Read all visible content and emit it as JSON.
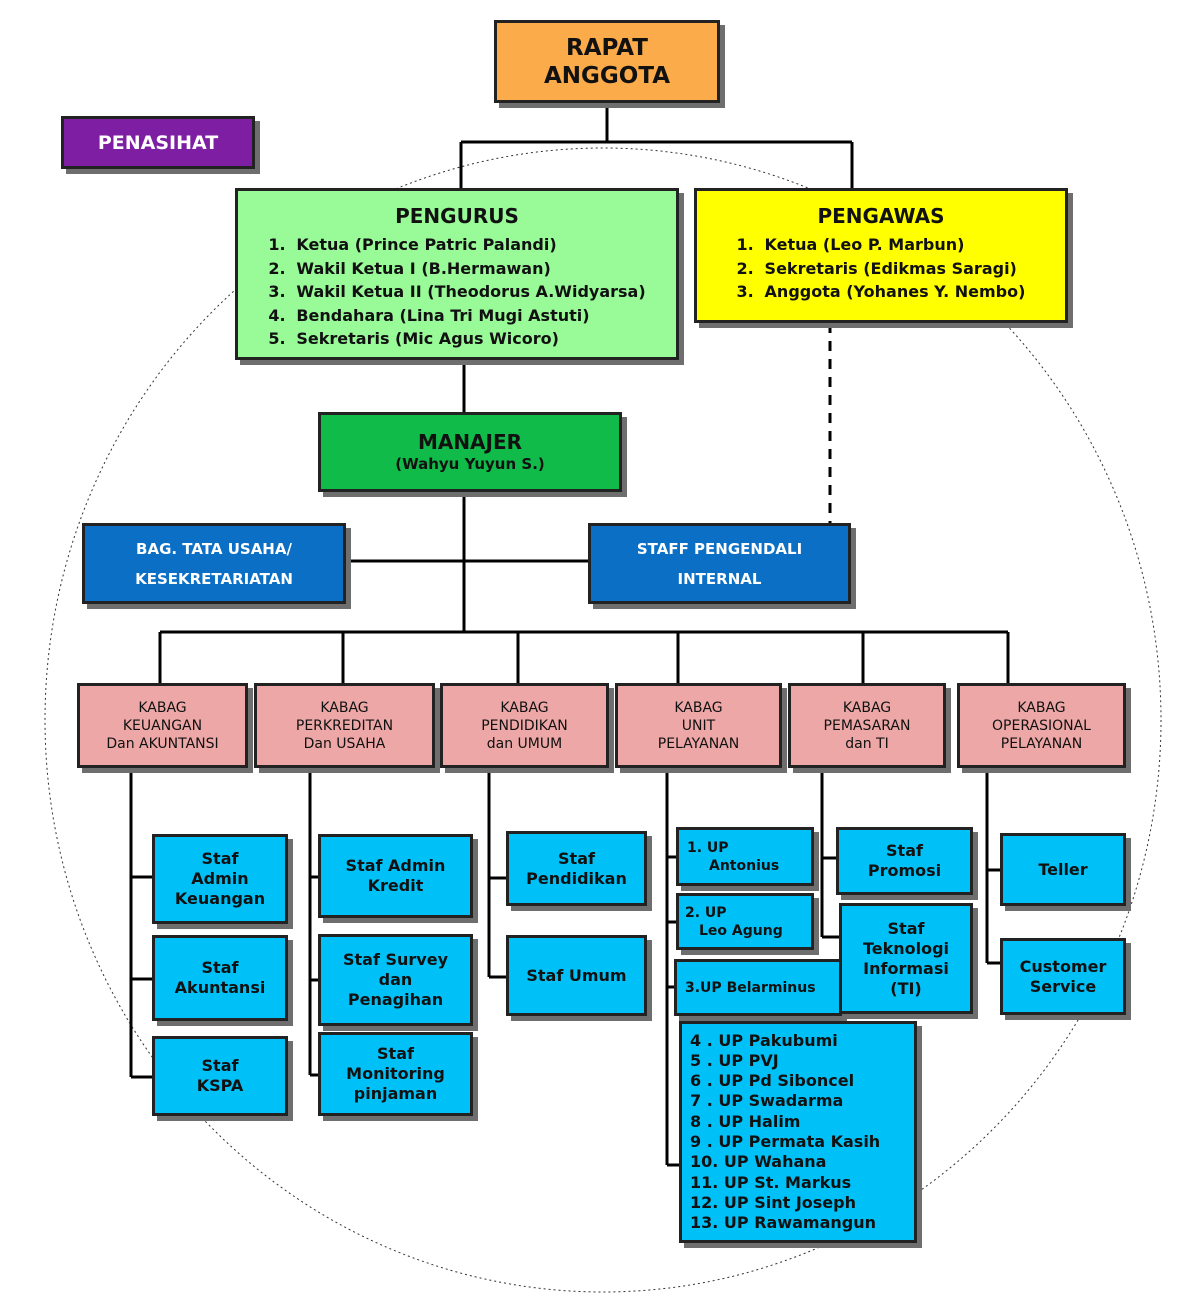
{
  "rapat": {
    "line1": "RAPAT",
    "line2": "ANGGOTA"
  },
  "penasihat": "PENASIHAT",
  "pengurus": {
    "title": "PENGURUS",
    "items": [
      {
        "num": "1.",
        "text": "Ketua (Prince Patric Palandi)"
      },
      {
        "num": "2.",
        "text": "Wakil Ketua I (B.Hermawan)"
      },
      {
        "num": "3.",
        "text": "Wakil Ketua II (Theodorus A.Widyarsa)"
      },
      {
        "num": "4.",
        "text": "Bendahara (Lina Tri Mugi Astuti)"
      },
      {
        "num": "5.",
        "text": "Sekretaris (Mic Agus Wicoro)"
      }
    ]
  },
  "pengawas": {
    "title": "PENGAWAS",
    "items": [
      {
        "num": "1.",
        "text": "Ketua (Leo P. Marbun)"
      },
      {
        "num": "2.",
        "text": "Sekretaris (Edikmas Saragi)"
      },
      {
        "num": "3.",
        "text": "Anggota (Yohanes Y. Nembo)"
      }
    ]
  },
  "manajer": {
    "title": "MANAJER",
    "name": "(Wahyu Yuyun S.)"
  },
  "tata_usaha": {
    "line1": "BAG. TATA USAHA/",
    "line2": "KESEKRETARIATAN"
  },
  "spi": {
    "line1": "STAFF PENGENDALI",
    "line2": "INTERNAL"
  },
  "kabag": [
    {
      "l1": "KABAG",
      "l2": "KEUANGAN",
      "l3": "Dan AKUNTANSI"
    },
    {
      "l1": "KABAG",
      "l2": "PERKREDITAN",
      "l3": "Dan USAHA"
    },
    {
      "l1": "KABAG",
      "l2": "PENDIDIKAN",
      "l3": "dan UMUM"
    },
    {
      "l1": "KABAG",
      "l2": "UNIT",
      "l3": "PELAYANAN"
    },
    {
      "l1": "KABAG",
      "l2": "PEMASARAN",
      "l3": "dan TI"
    },
    {
      "l1": "KABAG",
      "l2": "OPERASIONAL",
      "l3": "PELAYANAN"
    }
  ],
  "keuangan_staff": [
    {
      "l1": "Staf",
      "l2": "Admin",
      "l3": "Keuangan"
    },
    {
      "l1": "Staf",
      "l2": "Akuntansi"
    },
    {
      "l1": "Staf",
      "l2": "KSPA"
    }
  ],
  "kredit_staff": [
    {
      "l1": "Staf Admin",
      "l2": "Kredit"
    },
    {
      "l1": "Staf Survey",
      "l2": "dan",
      "l3": "Penagihan"
    },
    {
      "l1": "Staf",
      "l2": "Monitoring",
      "l3": "pinjaman"
    }
  ],
  "pendidikan_staff": [
    {
      "l1": "Staf",
      "l2": "Pendidikan"
    },
    {
      "l1": "Staf Umum"
    }
  ],
  "unit_pelayanan": {
    "up1": {
      "l1": "1.  UP",
      "l2": "Antonius"
    },
    "up2": {
      "l1": "2. UP",
      "l2": "Leo Agung"
    },
    "up3": "3.UP Belarminus",
    "list": [
      "4  . UP Pakubumi",
      "5  . UP PVJ",
      "6  . UP Pd Siboncel",
      "7  . UP Swadarma",
      "8  . UP Halim",
      "9  . UP Permata Kasih",
      "10. UP Wahana",
      "11. UP St. Markus",
      "12. UP Sint Joseph",
      "13. UP Rawamangun"
    ]
  },
  "pemasaran_staff": [
    {
      "l1": "Staf",
      "l2": "Promosi"
    },
    {
      "l1": "Staf",
      "l2": "Teknologi",
      "l3": "Informasi",
      "l4": "(TI)"
    }
  ],
  "operasional_staff": [
    {
      "l1": "Teller"
    },
    {
      "l1": "Customer",
      "l2": "Service"
    }
  ],
  "colors": {
    "rapat": "#fbab4a",
    "penasihat": "#7e1fa3",
    "pengurus": "#98fb98",
    "pengawas": "#ffff00",
    "manajer": "#11bb4a",
    "bagian": "#0b6fc6",
    "kabag": "#eda7a7",
    "staf": "#00c0f8"
  }
}
